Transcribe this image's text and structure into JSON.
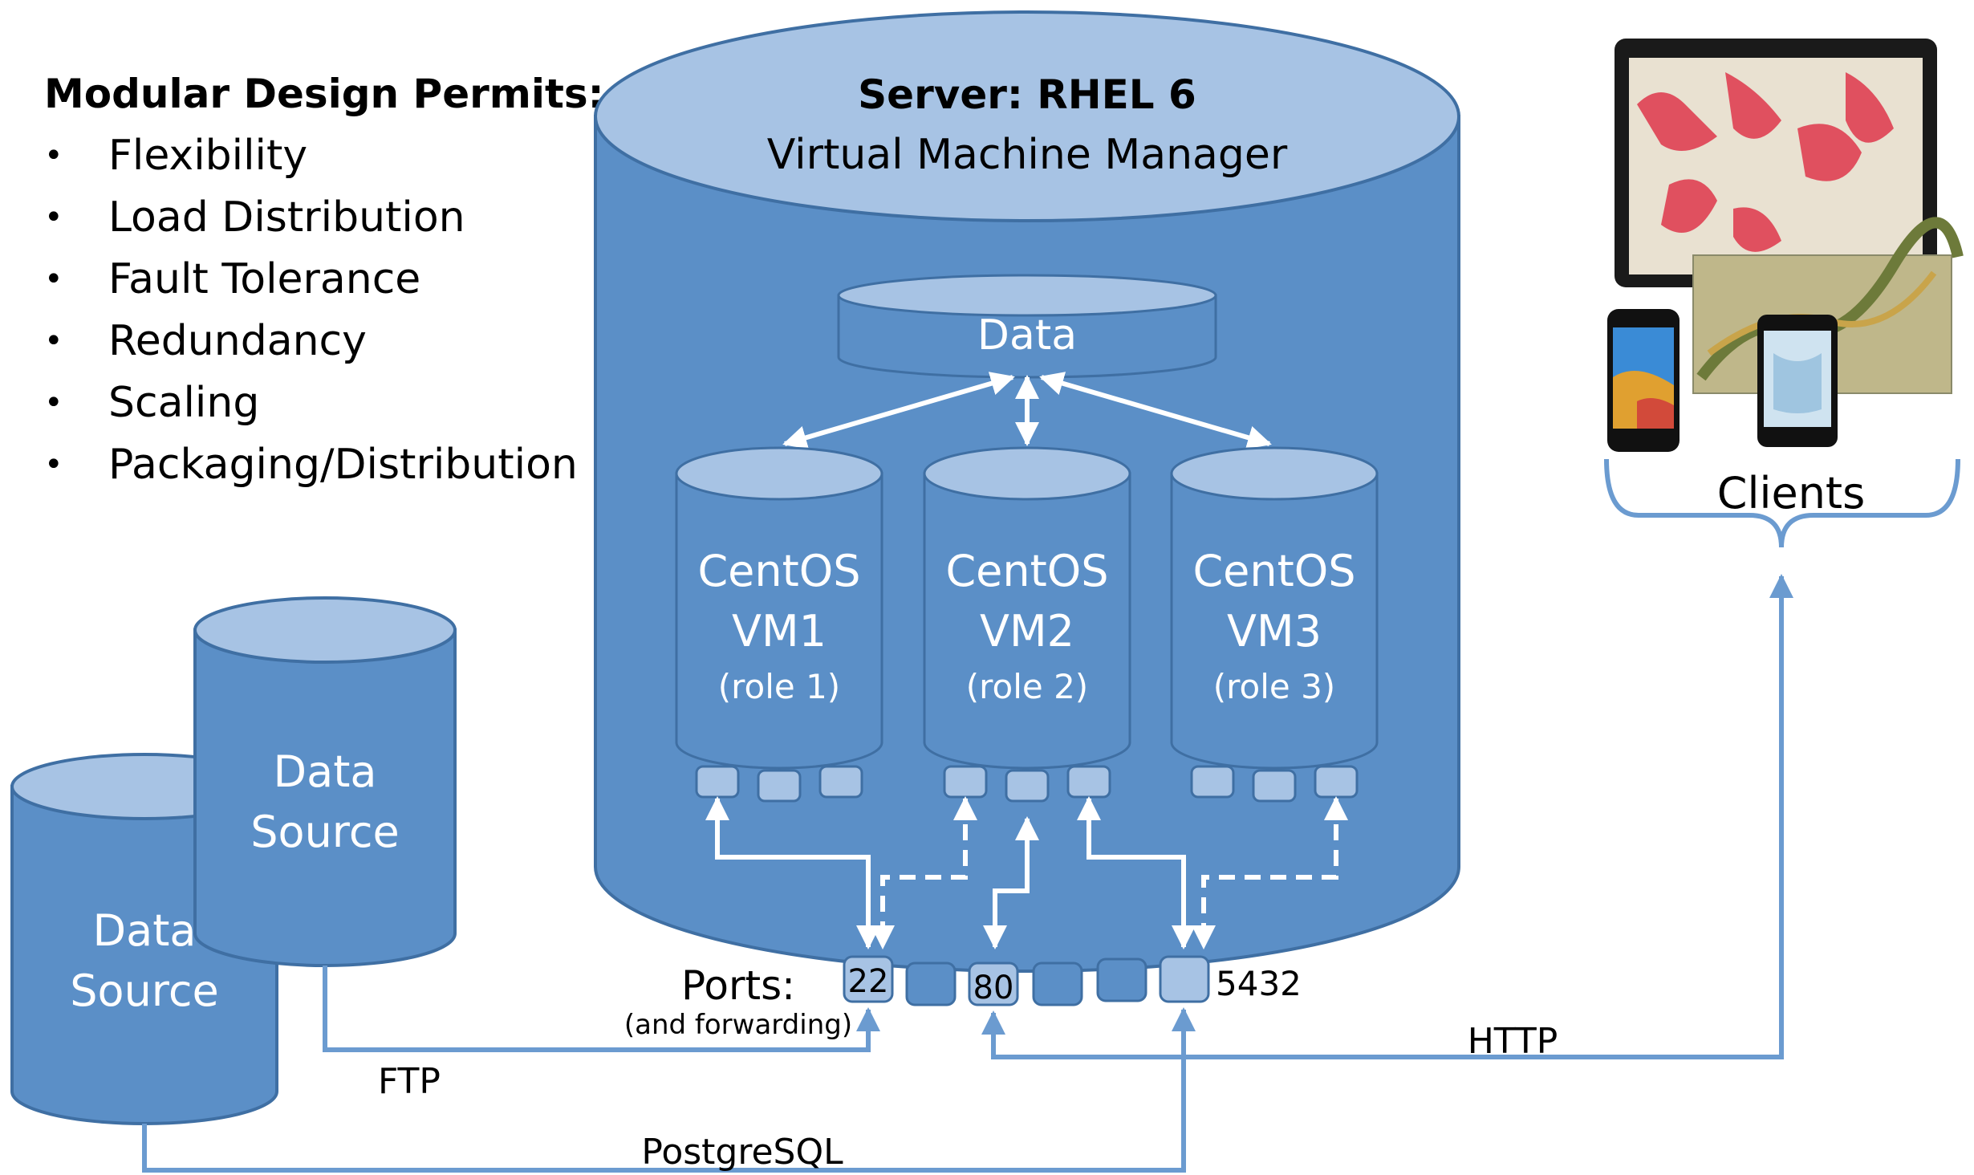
{
  "permits": {
    "title": "Modular Design Permits:",
    "items": [
      "Flexibility",
      "Load Distribution",
      "Fault Tolerance",
      "Redundancy",
      "Scaling",
      "Packaging/Distribution"
    ]
  },
  "server": {
    "title": "Server: RHEL 6",
    "subtitle": "Virtual Machine Manager",
    "data_label": "Data"
  },
  "vms": [
    {
      "line1": "CentOS",
      "line2": "VM1",
      "role": "(role 1)"
    },
    {
      "line1": "CentOS",
      "line2": "VM2",
      "role": "(role 2)"
    },
    {
      "line1": "CentOS",
      "line2": "VM3",
      "role": "(role 3)"
    }
  ],
  "data_sources": [
    {
      "line1": "Data",
      "line2": "Source"
    },
    {
      "line1": "Data",
      "line2": "Source"
    }
  ],
  "ports": {
    "label": "Ports:",
    "sublabel": "(and forwarding)",
    "port_22": "22",
    "port_80": "80",
    "port_5432": "5432"
  },
  "connections": {
    "ftp": "FTP",
    "postgresql": "PostgreSQL",
    "http": "HTTP"
  },
  "clients": {
    "label": "Clients"
  },
  "colors": {
    "cylinder_fill": "#5b8fc7",
    "cylinder_top": "#a7c3e4",
    "cylinder_stroke": "#3f6fa3",
    "line": "#6b9bd0",
    "text_light": "#ffffff"
  }
}
